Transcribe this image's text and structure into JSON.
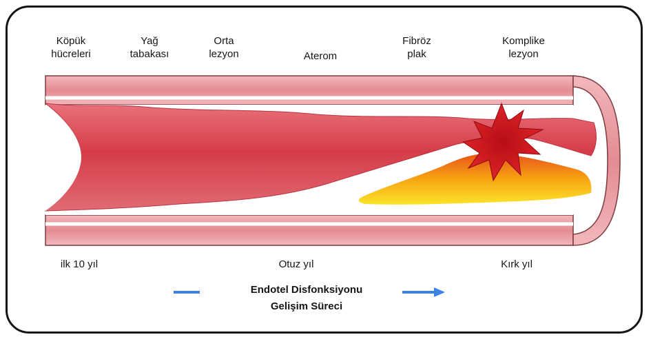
{
  "stages": [
    {
      "line1": "Köpük",
      "line2": "hücreleri"
    },
    {
      "line1": "Yağ",
      "line2": "tabakası"
    },
    {
      "line1": "Orta",
      "line2": "lezyon"
    },
    {
      "line1": "",
      "line2": "Aterom"
    },
    {
      "line1": "Fibröz",
      "line2": "plak"
    },
    {
      "line1": "Komplike",
      "line2": "lezyon"
    }
  ],
  "timeline": {
    "start": "ilk 10 yıl",
    "middle": "Otuz  yıl",
    "end": "Kırk  yıl"
  },
  "caption": {
    "line1": "Endotel  Disfonksiyonu",
    "line2": "Gelişim   Süreci"
  },
  "colors": {
    "vessel_wall": "#e89aa0",
    "lumen_tissue": "#d9424e",
    "plaque_core": "#f6a20c",
    "rupture": "#c81418",
    "arrow": "#3f83e2",
    "border": "#151515"
  }
}
